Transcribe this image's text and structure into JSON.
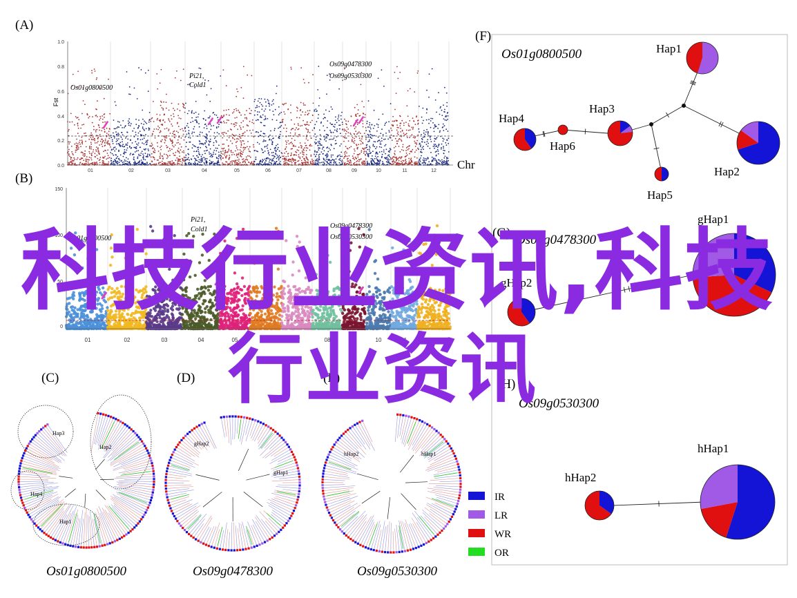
{
  "panels": {
    "A": {
      "tag": "(A)",
      "ylabel": "Fst",
      "xlabel": "Chr",
      "yticks": [
        "0.0",
        "0.2",
        "0.4",
        "0.6",
        "0.8",
        "1.0"
      ]
    },
    "B": {
      "tag": "(B)",
      "yticks": [
        "0",
        "50",
        "100",
        "150"
      ]
    },
    "C": {
      "tag": "(C)",
      "gene": "Os01g0800500"
    },
    "D": {
      "tag": "(D)",
      "gene": "Os09g0478300"
    },
    "E": {
      "tag": "(E)",
      "gene": "Os09g0530300"
    },
    "F": {
      "tag": "(F)",
      "gene": "Os01g0800500"
    },
    "G": {
      "tag": "(G)",
      "gene": "Os09g0478300"
    },
    "H": {
      "tag": "(H)",
      "gene": "Os09g0530300"
    }
  },
  "chromosomes": [
    "01",
    "02",
    "03",
    "04",
    "05",
    "06",
    "07",
    "08",
    "09",
    "10",
    "11",
    "12"
  ],
  "annotations_a": {
    "gene1": "Os01g0800500",
    "pi21": "Pi21,",
    "cold1": "Cold1",
    "gene2": "Os09g0478300",
    "gene3": "Os09g0530300"
  },
  "annotations_b": {
    "gene1": "Os01g0800500",
    "pi21": "Pi21,",
    "cold1": "Cold1",
    "gene2": "Os09g0478300",
    "gene3": "Os09g0530300"
  },
  "tree_labels": {
    "hap1": "Hap1",
    "hap2": "Hap2",
    "hap3": "Hap3",
    "hap4": "Hap4",
    "ghap1": "gHap1",
    "ghap2": "gHap2",
    "hhap1": "hHap1",
    "hhap2": "hHap2"
  },
  "network_f": {
    "hap1": "Hap1",
    "hap2": "Hap2",
    "hap3": "Hap3",
    "hap4": "Hap4",
    "hap5": "Hap5",
    "hap6": "Hap6"
  },
  "network_g": {
    "ghap1": "gHap1",
    "ghap2": "gHap2"
  },
  "network_h": {
    "hhap1": "hHap1",
    "hhap2": "hHap2"
  },
  "legend": [
    {
      "label": "IR",
      "color": "#1414d6"
    },
    {
      "label": "LR",
      "color": "#a05ae6"
    },
    {
      "label": "WR",
      "color": "#e01010"
    },
    {
      "label": "OR",
      "color": "#22dd22"
    }
  ],
  "watermark": {
    "line1": "科技行业资讯,科技",
    "line2": "行业资讯"
  },
  "colors": {
    "brown": "#a83232",
    "navy": "#1a2a80",
    "magenta": "#e040c0",
    "watermark": "#8a2be2"
  }
}
